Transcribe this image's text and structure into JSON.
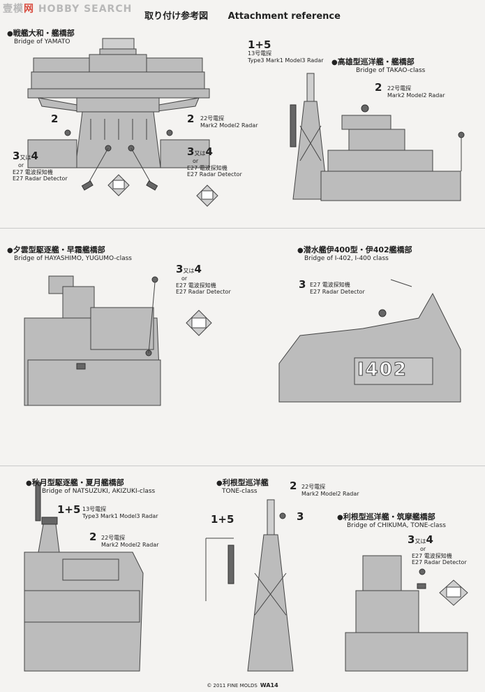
{
  "logo": {
    "part1": "壹模",
    "part2": "网",
    "part3": " HOBBY SEARCH"
  },
  "page_title": {
    "jp": "取り付け参考図",
    "en": "Attachment reference"
  },
  "sections": {
    "yamato": {
      "title_jp": "戦艦大和・艦橋部",
      "title_en": "Bridge of YAMATO",
      "label_2_left": "2",
      "label_2_right": "2",
      "radar_jp": "22号電探",
      "radar_en": "Mark2 Model2 Radar",
      "label_3": "3",
      "mata": "又は",
      "label_4": "4",
      "or": "or",
      "e27_jp": "E27 電波探知機",
      "e27_en": "E27 Radar Detector",
      "label_3r": "3",
      "label_4r": "4",
      "e27_jp_r": "E27 電波探知機",
      "e27_en_r": "E27 Radar Detector"
    },
    "takao": {
      "label_15": "1+5",
      "radar13_jp": "13号電探",
      "radar13_en": "Type3 Mark1 Model3 Radar",
      "title_jp": "高雄型巡洋艦・艦橋部",
      "title_en": "Bridge of TAKAO-class",
      "label_2": "2",
      "radar_jp": "22号電探",
      "radar_en": "Mark2 Model2 Radar"
    },
    "hayashimo": {
      "title_jp": "夕雲型駆逐艦・早霜艦橋部",
      "title_en": "Bridge of HAYASHIMO, YUGUMO-class",
      "label_3": "3",
      "mata": "又は",
      "label_4": "4",
      "or": "or",
      "e27_jp": "E27 電波探知機",
      "e27_en": "E27 Radar Detector"
    },
    "i402": {
      "title_jp": "潜水艦伊400型・伊402艦橋部",
      "title_en": "Bridge of I-402, I-400 class",
      "label_3": "3",
      "e27_jp": "E27 電波探知機",
      "e27_en": "E27 Radar Detector",
      "hull_number": "I402"
    },
    "natsuzuki": {
      "title_jp": "秋月型駆逐艦・夏月艦橋部",
      "title_en": "Bridge of NATSUZUKI, AKIZUKI-class",
      "label_15": "1+5",
      "radar13_jp": "13号電探",
      "radar13_en": "Type3 Mark1 Model3 Radar",
      "label_2": "2",
      "radar_jp": "22号電探",
      "radar_en": "Mark2 Model2 Radar"
    },
    "tone": {
      "title_jp": "利根型巡洋艦",
      "title_en": "TONE-class",
      "label_2": "2",
      "radar_jp": "22号電探",
      "radar_en": "Mark2 Model2 Radar",
      "label_3": "3",
      "label_15": "1+5"
    },
    "chikuma": {
      "title_jp": "利根型巡洋艦・筑摩艦橋部",
      "title_en": "Bridge of CHIKUMA, TONE-class",
      "label_3": "3",
      "mata": "又は",
      "label_4": "4",
      "or": "or",
      "e27_jp": "E27 電波探知機",
      "e27_en": "E27 Radar Detector"
    }
  },
  "footer": {
    "copyright": "© 2011 FINE MOLDS",
    "code": "WA14"
  }
}
